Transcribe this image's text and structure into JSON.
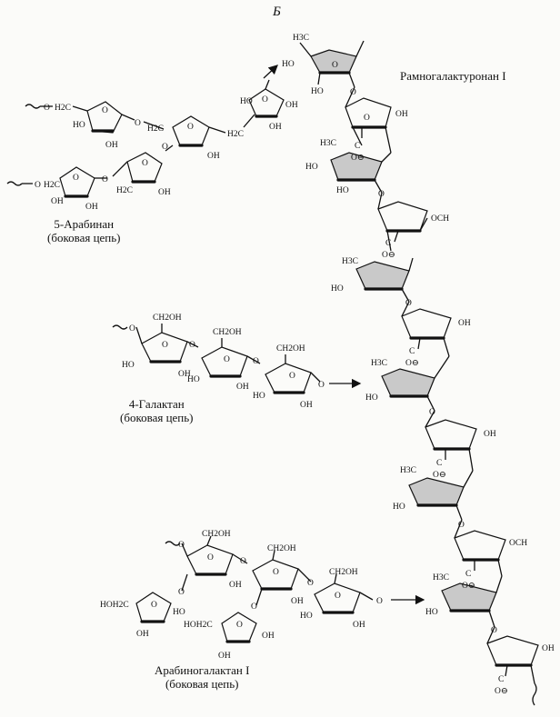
{
  "panel_label": "Б",
  "titles": {
    "rg": "Рамногалактуронан I",
    "arabinan": [
      "5-Арабинан",
      "(боковая цепь)"
    ],
    "galactan": [
      "4-Галактан",
      "(боковая цепь)"
    ],
    "arabinogalactan": [
      "Арабиногалактан I",
      "(боковая цепь)"
    ]
  },
  "atoms": {
    "O": "O",
    "OH": "OH",
    "HO": "HO",
    "H2C": "H2C",
    "H3C": "H3C",
    "CH2OH": "CH2OH",
    "HOH2C": "HOH2C",
    "C": "C",
    "OCH": "OCH",
    "Ominus": "O⊖"
  }
}
